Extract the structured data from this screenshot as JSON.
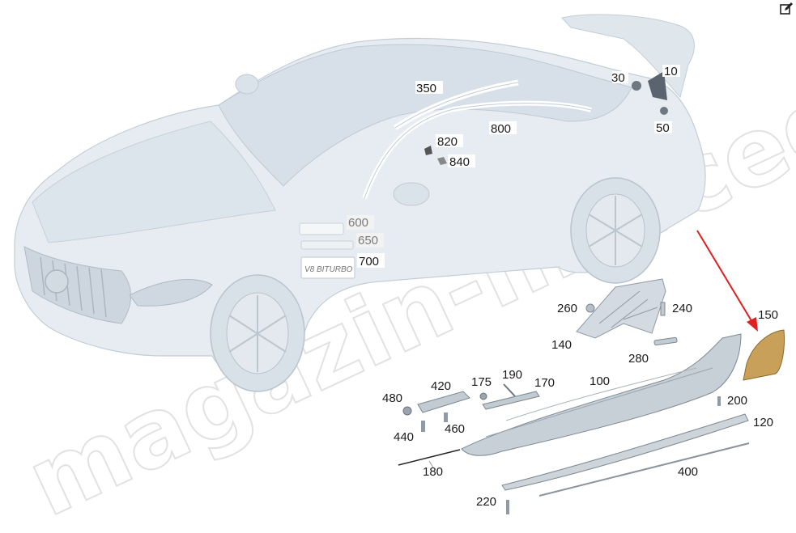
{
  "watermark": "magazin-mercedes.ru",
  "edit_icon": "edit-icon",
  "arrow_color": "#e02020",
  "highlight_part_color": "#c9a05a",
  "labels": {
    "p10": "10",
    "p30": "30",
    "p50": "50",
    "p350": "350",
    "p800": "800",
    "p820": "820",
    "p840": "840",
    "p600": "600",
    "p650": "650",
    "p700": "700",
    "p260": "260",
    "p240": "240",
    "p140": "140",
    "p280": "280",
    "p150": "150",
    "p480": "480",
    "p420": "420",
    "p175": "175",
    "p190": "190",
    "p170": "170",
    "p100": "100",
    "p200": "200",
    "p440": "440",
    "p460": "460",
    "p120": "120",
    "p180": "180",
    "p400": "400",
    "p220": "220"
  }
}
